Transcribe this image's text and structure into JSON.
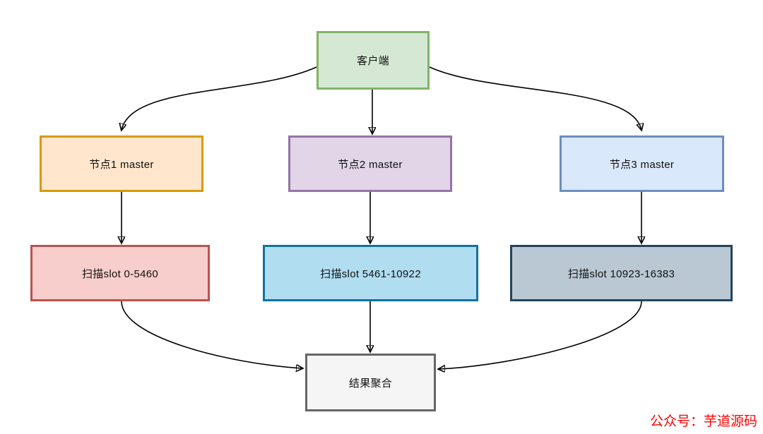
{
  "diagram": {
    "type": "flowchart",
    "description": "Redis cluster client scan flow: client fans out to three master nodes, each scans a slot range, results aggregate",
    "nodes": [
      {
        "id": "client",
        "label": "客户端",
        "fill": "#d5e8d4",
        "border": "#82b366"
      },
      {
        "id": "node1",
        "label": "节点1 master",
        "fill": "#ffe6cc",
        "border": "#d79b00"
      },
      {
        "id": "node2",
        "label": "节点2 master",
        "fill": "#e1d5e7",
        "border": "#9673a6"
      },
      {
        "id": "node3",
        "label": "节点3 master",
        "fill": "#dae8fc",
        "border": "#6c8ebf"
      },
      {
        "id": "scan1",
        "label": "扫描slot 0-5460",
        "fill": "#f8cecc",
        "border": "#b85450"
      },
      {
        "id": "scan2",
        "label": "扫描slot 5461-10922",
        "fill": "#b1ddf0",
        "border": "#10739e"
      },
      {
        "id": "scan3",
        "label": "扫描slot 10923-16383",
        "fill": "#bac8d3",
        "border": "#23445d"
      },
      {
        "id": "result",
        "label": "结果聚合",
        "fill": "#f5f5f5",
        "border": "#666666"
      }
    ],
    "edges": [
      {
        "from": "客户端",
        "to": "节点1 master"
      },
      {
        "from": "客户端",
        "to": "节点2 master"
      },
      {
        "from": "客户端",
        "to": "节点3 master"
      },
      {
        "from": "节点1 master",
        "to": "扫描slot 0-5460"
      },
      {
        "from": "节点2 master",
        "to": "扫描slot 5461-10922"
      },
      {
        "from": "节点3 master",
        "to": "扫描slot 10923-16383"
      },
      {
        "from": "扫描slot 0-5460",
        "to": "结果聚合"
      },
      {
        "from": "扫描slot 5461-10922",
        "to": "结果聚合"
      },
      {
        "from": "扫描slot 10923-16383",
        "to": "结果聚合"
      }
    ],
    "edge_color": "#000000",
    "watermark": {
      "text": "公众号：芋道源码",
      "color": "#ff0000"
    }
  }
}
